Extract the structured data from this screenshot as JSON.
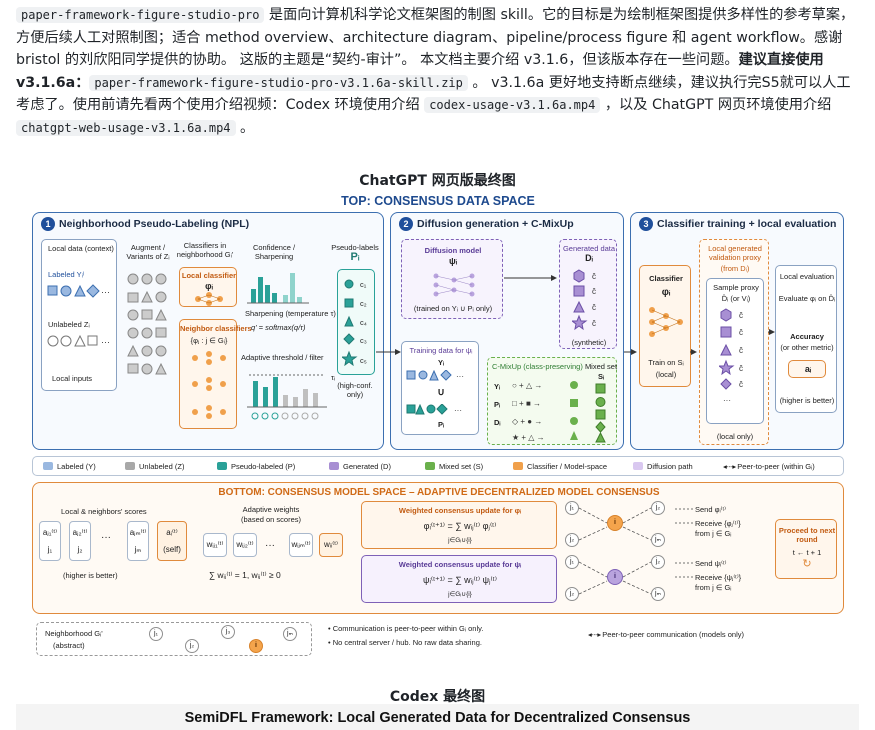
{
  "intro": {
    "code_skill": "paper-framework-figure-studio-pro",
    "text_1": " 是面向计算机科学论文框架图的制图 skill。它的目标是为绘制框架图提供多样性的参考草案，方便后续人工对照制图；适合 method overview、architecture diagram、pipeline/process figure 和 agent workflow。感谢 bristol 的刘欣阳同学提供的协助。 这版的主题是“契约-审计”。 本文档主要介绍 v3.1.6，但该版本存在一些问题。",
    "bold_recommend": "建议直接使用 v3.1.6a：",
    "code_zip": "paper-framework-figure-studio-pro-v3.1.6a-skill.zip",
    "text_2": " 。 v3.1.6a 更好地支持断点继续，建议执行完S5就可以人工考虑了。使用前请先看两个使用介绍视频：Codex 环境使用介绍 ",
    "code_codex_video": "codex-usage-v3.1.6a.mp4",
    "text_3": " ，以及 ChatGPT 网页环境使用介绍 ",
    "code_chatgpt_video": "chatgpt-web-usage-v3.1.6a.mp4",
    "text_4": " 。"
  },
  "captions": {
    "chatgpt_final": "ChatGPT 网页版最终图",
    "codex_final": "Codex 最终图"
  },
  "figure": {
    "top_title": "TOP: CONSENSUS DATA SPACE",
    "panel1": {
      "title": "Neighborhood Pseudo-Labeling (NPL)",
      "local_data": "Local data (context)",
      "labeled": "Labeled",
      "labeled_sym": "Yᵢˡ",
      "unlabeled": "Unlabeled",
      "unlabeled_sym": "Zᵢ",
      "local_inputs": "Local inputs",
      "augment": "Augment / Variants of Zᵢ",
      "classifiers": "Classifiers in neighborhood Gᵢ'",
      "local_classifier": "Local classifier",
      "local_phi": "φᵢ",
      "neighbor_classifiers": "Neighbor classifiers",
      "neighbor_set": "{φⱼ : j ∈ Gᵢ}",
      "confidence": "Confidence / Sharpening",
      "sharpening": "Sharpening (temperature τ)",
      "softmax": "q' = softmax(q/τ)",
      "adaptive_threshold": "Adaptive threshold / filter",
      "tau": "τᵢ",
      "pseudo_labels": "Pseudo-labels",
      "p_sym": "Pᵢ",
      "c_labels": [
        "c₁",
        "c₂",
        "c₄",
        "c₃",
        "c₅"
      ],
      "high_conf": "(high-conf. only)"
    },
    "panel2": {
      "title": "Diffusion generation + C-MixUp",
      "diffusion_model": "Diffusion model",
      "psi": "ψᵢ",
      "trained_on": "(trained on Yᵢ ∪ Pᵢ only)",
      "generated_data": "Generated data",
      "d_sym": "Dᵢ",
      "synthetic": "(synthetic)",
      "training_data": "Training data for ψᵢ",
      "y_sym": "Yᵢ",
      "union": "∪",
      "p_sym": "Pᵢ",
      "cmixup": "C-MixUp (class-preserving)",
      "mixed_set": "Mixed set",
      "s_sym": "Sᵢ",
      "rows": [
        "Yᵢ",
        "Pᵢ",
        "Dᵢ"
      ]
    },
    "panel3": {
      "title": "Classifier training + local evaluation",
      "classifier": "Classifier",
      "phi": "φᵢ",
      "train_on": "Train on Sᵢ",
      "local": "(local)",
      "validation_proxy": "Local generated validation proxy",
      "from_d": "(from Dᵢ)",
      "sample_proxy": "Sample proxy",
      "d_hat": "D̂ᵢ (or Vᵢ)",
      "local_only": "(local only)",
      "local_eval": "Local evaluation",
      "evaluate": "Evaluate φᵢ on D̂ᵢ",
      "accuracy": "Accuracy",
      "other_metric": "(or other metric)",
      "a_sym": "aᵢ",
      "higher_better": "(higher is better)"
    },
    "legend": [
      {
        "label": "Labeled (Y)",
        "color": "#9ab8e0"
      },
      {
        "label": "Unlabeled (Z)",
        "color": "#a8a8a8"
      },
      {
        "label": "Pseudo-labeled (P)",
        "color": "#2aa198"
      },
      {
        "label": "Generated (D)",
        "color": "#a88fd3"
      },
      {
        "label": "Mixed set (S)",
        "color": "#6ab04c"
      },
      {
        "label": "Classifier / Model-space",
        "color": "#f0a04b"
      },
      {
        "label": "Diffusion path",
        "color": "#d9c8f0"
      },
      {
        "label": "Peer-to-peer (within Gᵢ)",
        "color": "#ffffff"
      }
    ],
    "bottom": {
      "title": "BOTTOM: CONSENSUS MODEL SPACE – ADAPTIVE DECENTRALIZED MODEL CONSENSUS",
      "scores_title": "Local & neighbors' scores",
      "score_cards": [
        "aⱼ₁⁽ᵗ⁾",
        "aⱼ₂⁽ᵗ⁾",
        "aⱼₘ⁽ᵗ⁾",
        "aᵢ⁽ᵗ⁾"
      ],
      "score_subs": [
        "j₁",
        "j₂",
        "jₘ",
        "(self)"
      ],
      "dots": "···",
      "higher_better": "(higher is better)",
      "weights_title": "Adaptive weights",
      "weights_sub": "(based on scores)",
      "weight_cards": [
        "wᵢⱼ₁⁽ᵗ⁾",
        "wᵢⱼ₂⁽ᵗ⁾",
        "wᵢⱼₘ⁽ᵗ⁾",
        "wᵢᵢ⁽ᵗ⁾"
      ],
      "weight_constraint": "∑ wᵢⱼ⁽ᵗ⁾ = 1,  wᵢⱼ⁽ᵗ⁾ ≥ 0",
      "update_phi_title": "Weighted consensus update for φᵢ",
      "update_phi_eq": "φᵢ⁽ᵗ⁺¹⁾ = ∑ wᵢⱼ⁽ᵗ⁾ φⱼ⁽ᵗ⁾",
      "update_psi_title": "Weighted consensus update for ψᵢ",
      "update_psi_eq": "ψᵢ⁽ᵗ⁺¹⁾ = ∑ wᵢⱼ⁽ᵗ⁾ ψⱼ⁽ᵗ⁾",
      "sum_sub": "j∈Gᵢ∪{i}",
      "send_phi": "Send φᵢ⁽ᵗ⁾",
      "receive_phi": "Receive {φⱼ⁽ᵗ⁾}",
      "send_psi": "Send ψᵢ⁽ᵗ⁾",
      "receive_psi": "Receive {ψⱼ⁽ᵗ⁾}",
      "from_j": "from j ∈ Gᵢ",
      "proceed": "Proceed to next round",
      "round": "t ← t + 1",
      "node_labels": [
        "j₁",
        "j₂",
        "i",
        "jₘ",
        "j₂"
      ]
    },
    "footnote": {
      "neighborhood": "Neighborhood Gᵢ'",
      "abstract": "(abstract)",
      "nodes": [
        "j₁",
        "j₂",
        "j₃",
        "i",
        "jₘ"
      ],
      "bullets": [
        "Communication is peer-to-peer within Gᵢ only.",
        "No central server / hub.  No raw data sharing."
      ],
      "p2p": "Peer-to-peer communication (models only)"
    }
  },
  "final_title": "SemiDFL Framework: Local Generated Data for Decentralized Consensus"
}
